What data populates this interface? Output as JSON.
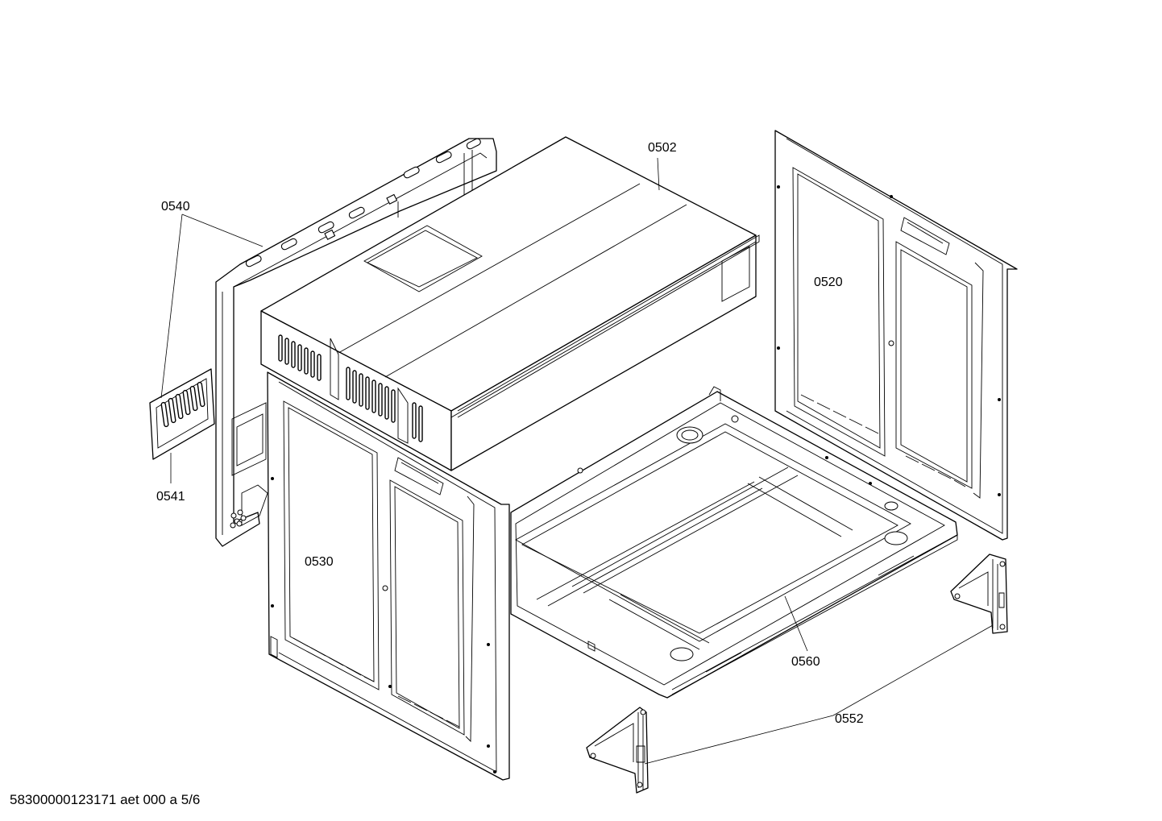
{
  "diagram": {
    "labels": {
      "p0502": "0502",
      "p0520": "0520",
      "p0530": "0530",
      "p0540": "0540",
      "p0541": "0541",
      "p0552": "0552",
      "p0560": "0560"
    },
    "footer": "58300000123171 aet 000 a 5/6"
  }
}
